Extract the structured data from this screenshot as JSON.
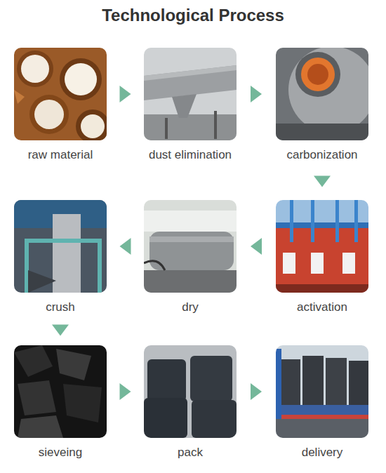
{
  "diagram": {
    "title": "Technological Process",
    "nodes": [
      {
        "text": [
          "raw material"
        ]
      },
      {
        "text": [
          "dust elimination"
        ]
      },
      {
        "text": [
          "carbonization"
        ]
      },
      {
        "text": [
          "activation"
        ]
      },
      {
        "text": [
          "dry"
        ]
      },
      {
        "text": [
          "crush"
        ]
      },
      {
        "text": [
          "sieveing"
        ]
      },
      {
        "text": [
          "pack"
        ]
      },
      {
        "text": [
          "delivery"
        ]
      }
    ],
    "edges": [
      {
        "from": 0,
        "to": 1,
        "arrow": "to"
      },
      {
        "from": 1,
        "to": 2,
        "arrow": "to"
      },
      {
        "from": 2,
        "to": 3,
        "arrow": "to"
      },
      {
        "from": 3,
        "to": 4,
        "arrow": "to"
      },
      {
        "from": 4,
        "to": 5,
        "arrow": "to"
      },
      {
        "from": 5,
        "to": 6,
        "arrow": "to"
      },
      {
        "from": 6,
        "to": 7,
        "arrow": "to"
      },
      {
        "from": 7,
        "to": 8,
        "arrow": "to"
      }
    ]
  }
}
